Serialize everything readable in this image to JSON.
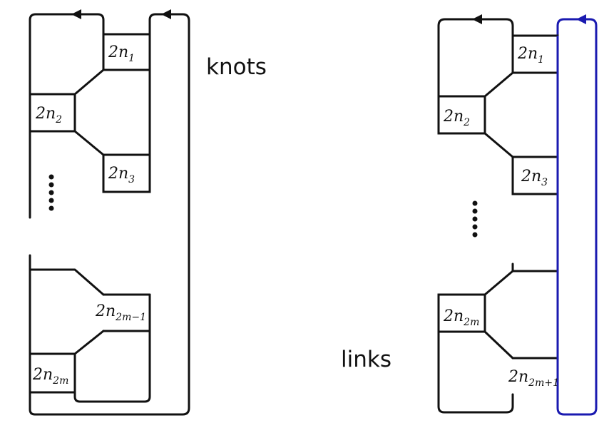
{
  "headings": {
    "knots": "knots",
    "links": "links"
  },
  "knots_diagram": {
    "boxes": [
      {
        "base": "2n",
        "sub": "1"
      },
      {
        "base": "2n",
        "sub": "2"
      },
      {
        "base": "2n",
        "sub": "3"
      },
      {
        "base": "2n",
        "sub": "2m−1"
      },
      {
        "base": "2n",
        "sub": "2m"
      }
    ]
  },
  "links_diagram": {
    "boxes": [
      {
        "base": "2n",
        "sub": "1"
      },
      {
        "base": "2n",
        "sub": "2"
      },
      {
        "base": "2n",
        "sub": "3"
      },
      {
        "base": "2n",
        "sub": "2m"
      },
      {
        "base": "2n",
        "sub": "2m+1"
      }
    ]
  },
  "colors": {
    "strand": "#111111",
    "highlight_strand": "#1a1ab0"
  }
}
